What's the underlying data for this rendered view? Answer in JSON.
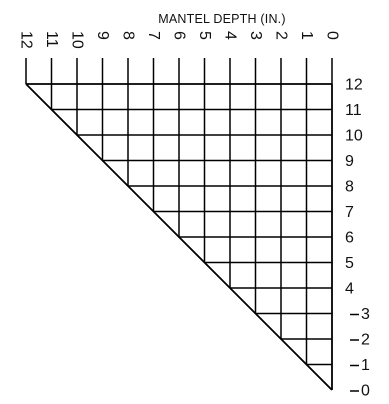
{
  "diagram": {
    "title": "MANTEL DEPTH (IN.)",
    "top_scale": {
      "labels": [
        "12",
        "11",
        "10",
        "9",
        "8",
        "7",
        "6",
        "5",
        "4",
        "3",
        "2",
        "1",
        "0"
      ]
    },
    "right_scale": {
      "labels": [
        "12",
        "11",
        "10",
        "9",
        "8",
        "7",
        "6",
        "5",
        "4",
        "3",
        "2",
        "1",
        "0"
      ],
      "dashed_labels": [
        "3",
        "2",
        "1",
        "0"
      ]
    },
    "grid": {
      "divisions": 12,
      "shape": "right-triangle-upper-right"
    }
  }
}
